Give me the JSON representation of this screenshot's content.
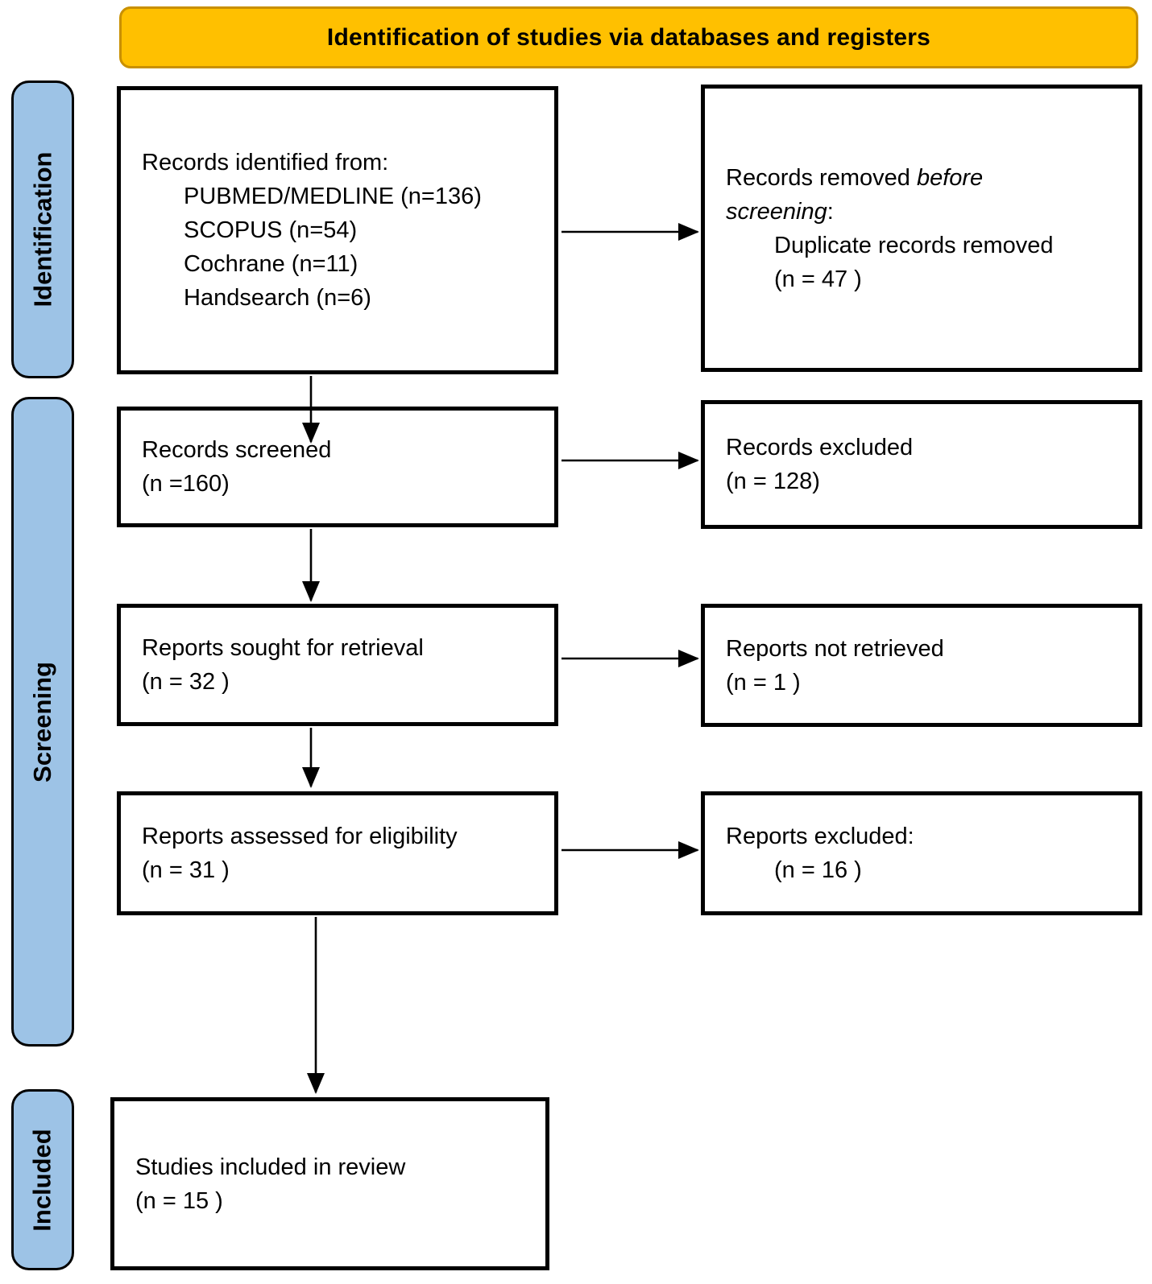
{
  "header": {
    "title": "Identification of studies via databases and registers"
  },
  "stages": [
    {
      "label": "Identification"
    },
    {
      "label": "Screening"
    },
    {
      "label": "Included"
    }
  ],
  "flow": {
    "records_identified": {
      "l1": "Records identified from:",
      "l2": "PUBMED/MEDLINE (n=136)",
      "l3": "SCOPUS (n=54)",
      "l4": "Cochrane (n=11)",
      "l5": "Handsearch (n=6)"
    },
    "records_removed": {
      "l1a": "Records removed ",
      "l1b": "before",
      "l2a": "screening",
      "l2b": ":",
      "l3": "Duplicate records removed",
      "l4": "(n = 47 )"
    },
    "records_screened": {
      "l1": "Records screened",
      "l2": "(n =160)"
    },
    "records_excluded": {
      "l1": "Records excluded",
      "l2": "(n = 128)"
    },
    "reports_sought": {
      "l1": "Reports sought for retrieval",
      "l2": "(n = 32 )"
    },
    "reports_not_retrieved": {
      "l1": "Reports not retrieved",
      "l2": "(n = 1 )"
    },
    "reports_assessed": {
      "l1": "Reports assessed for eligibility",
      "l2": "(n = 31 )"
    },
    "reports_excluded": {
      "l1": "Reports excluded:",
      "l2": "(n = 16 )"
    },
    "studies_included": {
      "l1": "Studies included in review",
      "l2": "(n = 15 )"
    }
  },
  "colors": {
    "header_bg": "#FFC000",
    "header_border": "#C99000",
    "stage_bg": "#9DC3E6",
    "stage_border": "#000000",
    "box_bg": "#FFFFFF",
    "box_border": "#000000",
    "arrow": "#000000",
    "text": "#000000",
    "canvas_bg": "#FFFFFF"
  }
}
